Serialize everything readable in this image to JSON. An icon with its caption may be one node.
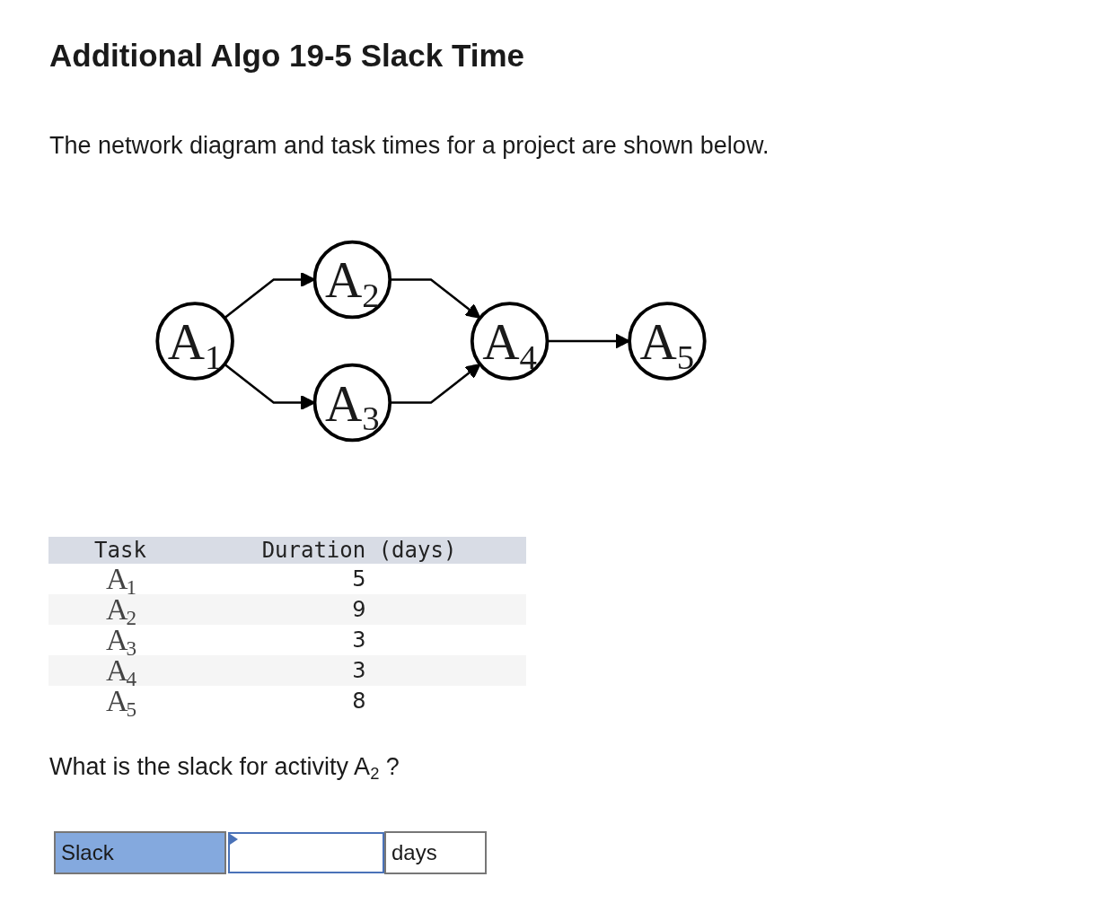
{
  "diagram": {
    "title": "Additional Algo 19-5 Slack Time",
    "nodes": [
      {
        "text": [
          "A$_{1}$"
        ]
      },
      {
        "text": [
          "A$_{2}$"
        ]
      },
      {
        "text": [
          "A$_{3}$"
        ]
      },
      {
        "text": [
          "A$_{4}$"
        ]
      },
      {
        "text": [
          "A$_{5}$"
        ]
      }
    ],
    "edges": [
      {
        "from": 0,
        "to": 1,
        "arrow": "to"
      },
      {
        "from": 0,
        "to": 2,
        "arrow": "to"
      },
      {
        "from": 1,
        "to": 3,
        "arrow": "to"
      },
      {
        "from": 2,
        "to": 3,
        "arrow": "to"
      },
      {
        "from": 3,
        "to": 4,
        "arrow": "to"
      }
    ],
    "labels": [
      "The network diagram and task times for a project are shown below.",
      "Task",
      "Duration (days)",
      "A$_{1}$",
      "5",
      "A$_{2}$",
      "9",
      "A$_{3}$",
      "3",
      "A$_{4}$",
      "3",
      "A$_{5}$",
      "8",
      "What is the slack for activity A$_{2}$ ?",
      "Slack",
      "days"
    ]
  }
}
